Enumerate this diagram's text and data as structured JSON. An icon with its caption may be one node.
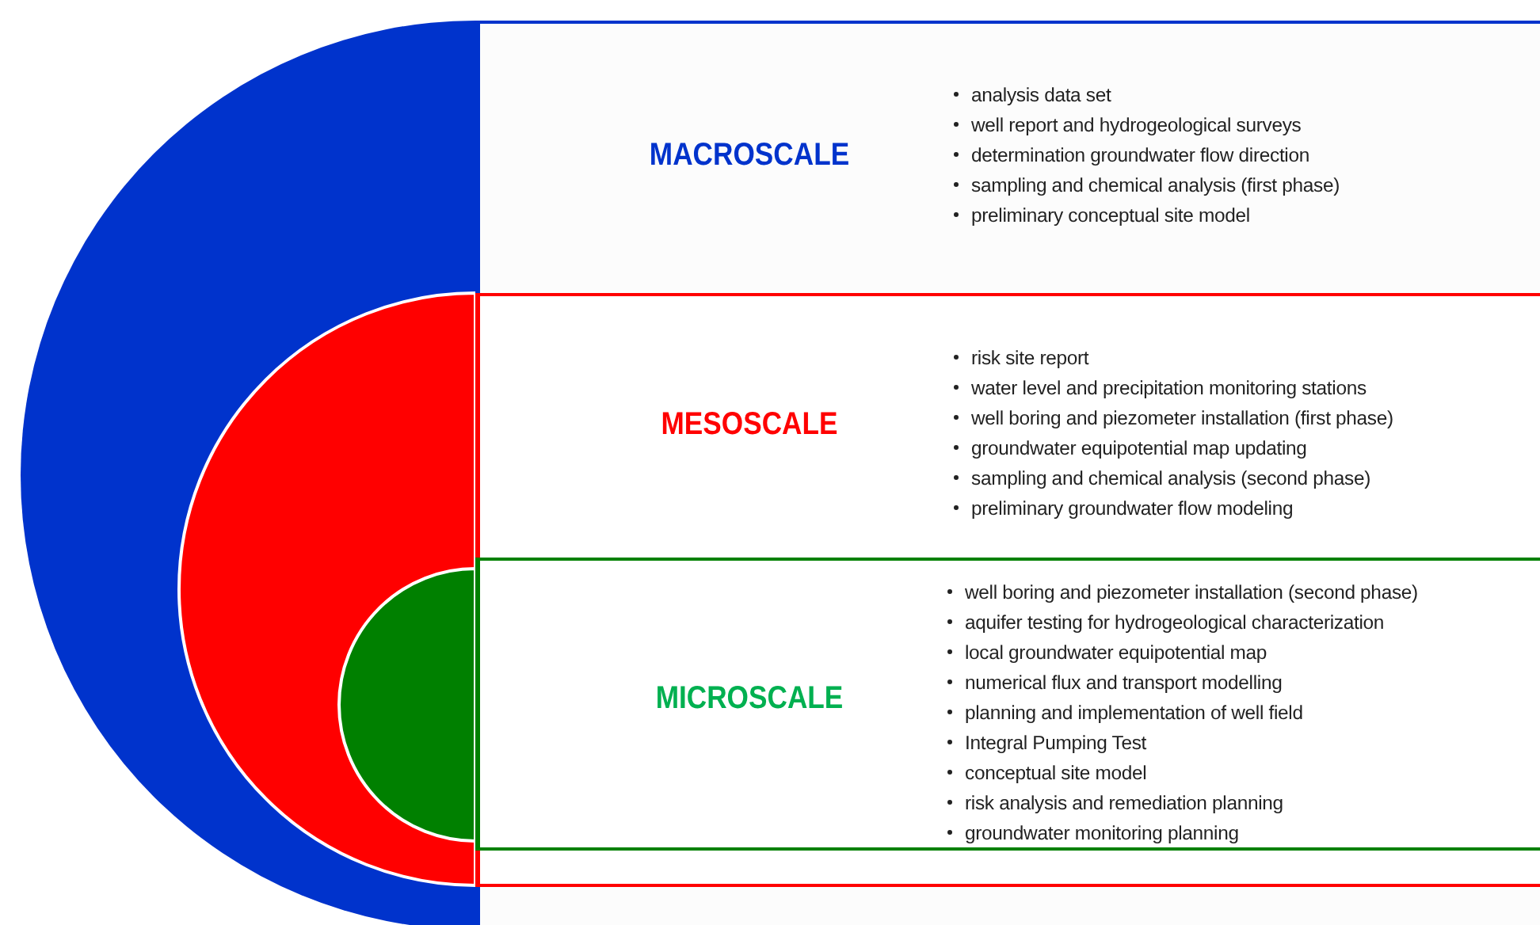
{
  "diagram": {
    "nodes": [
      {
        "text": [
          "MACROSCALE",
          "analysis data set",
          "well report and hydrogeological surveys",
          "determination groundwater flow direction",
          "sampling and chemical analysis (first phase)",
          "preliminary conceptual site model"
        ]
      },
      {
        "text": [
          "MESOSCALE",
          "risk site report",
          "water level and precipitation monitoring stations",
          "well boring and piezometer installation (first phase)",
          "groundwater equipotential map updating",
          "sampling and chemical analysis (second phase)",
          "preliminary groundwater flow modeling"
        ],
        "in": 0
      },
      {
        "text": [
          "MICROSCALE",
          "well boring and piezometer installation (second phase)",
          "aquifer testing for hydrogeological characterization",
          "local groundwater equipotential map",
          "numerical flux and transport modelling",
          "planning and implementation of well field",
          "Integral Pumping Test",
          "conceptual site model",
          "risk analysis and remediation planning",
          "groundwater monitoring planning"
        ],
        "in": 1
      }
    ]
  }
}
